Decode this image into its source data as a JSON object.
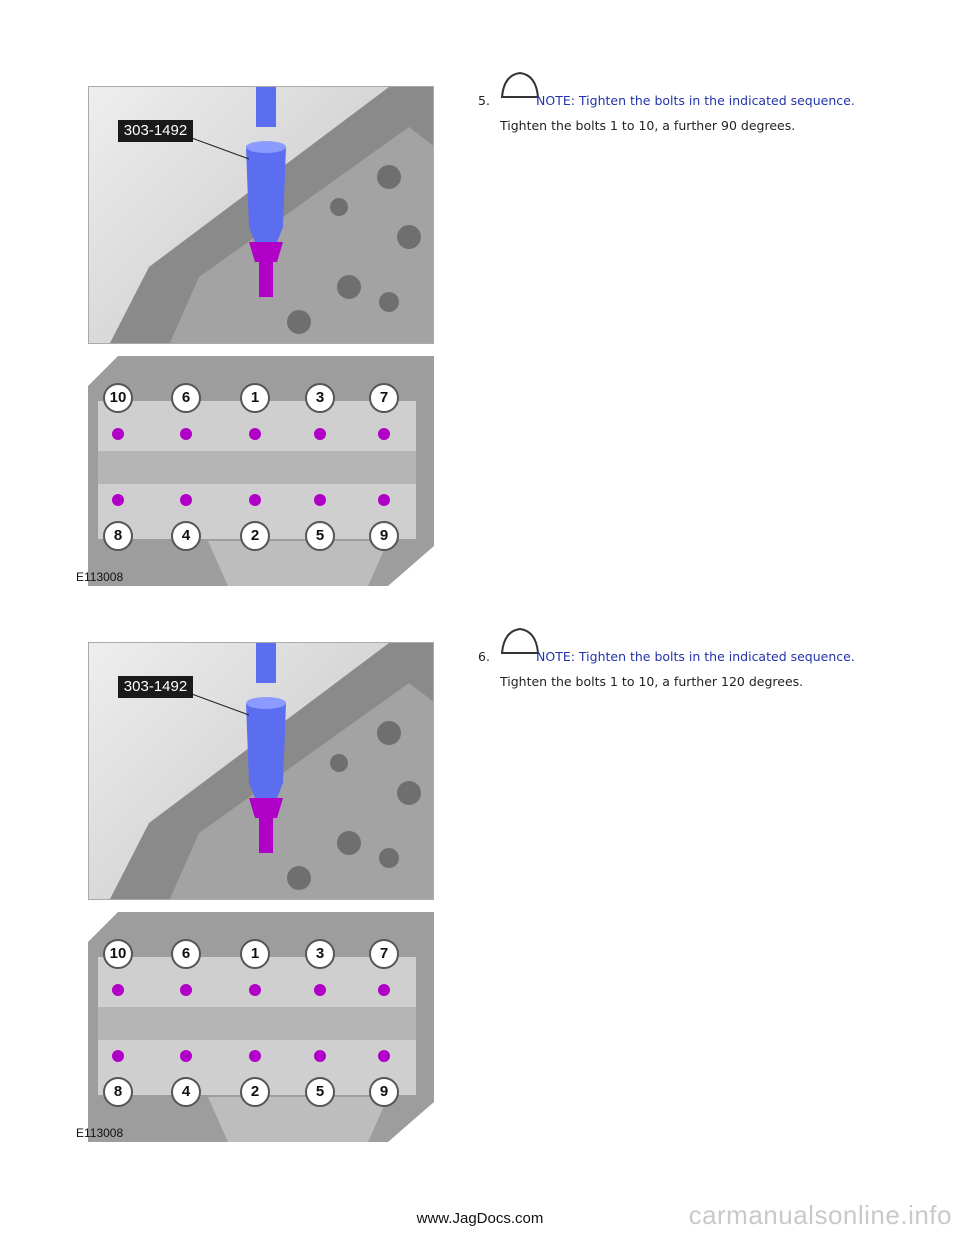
{
  "steps": [
    {
      "number": "5.",
      "note": "NOTE: Tighten the bolts in the indicated sequence.",
      "instruction": "Tighten the bolts 1 to 10, a further 90 degrees.",
      "tool_label": "303-1492",
      "figure_code": "E113008",
      "bolt_labels_top": [
        "10",
        "6",
        "1",
        "3",
        "7"
      ],
      "bolt_labels_bottom": [
        "8",
        "4",
        "2",
        "5",
        "9"
      ]
    },
    {
      "number": "6.",
      "note": "NOTE: Tighten the bolts in the indicated sequence.",
      "instruction": "Tighten the bolts 1 to 10, a further 120 degrees.",
      "tool_label": "303-1492",
      "figure_code": "E113008",
      "bolt_labels_top": [
        "10",
        "6",
        "1",
        "3",
        "7"
      ],
      "bolt_labels_bottom": [
        "8",
        "4",
        "2",
        "5",
        "9"
      ]
    }
  ],
  "footer": {
    "source": "www.JagDocs.com"
  },
  "watermark": {
    "text": "carmanualsonline.info"
  },
  "colors": {
    "note_text": "#2233aa",
    "bolt_highlight": "#b000c8",
    "tool_blue": "#5b6ef0"
  },
  "icons": {
    "note_icon": "note-triangle-icon"
  }
}
